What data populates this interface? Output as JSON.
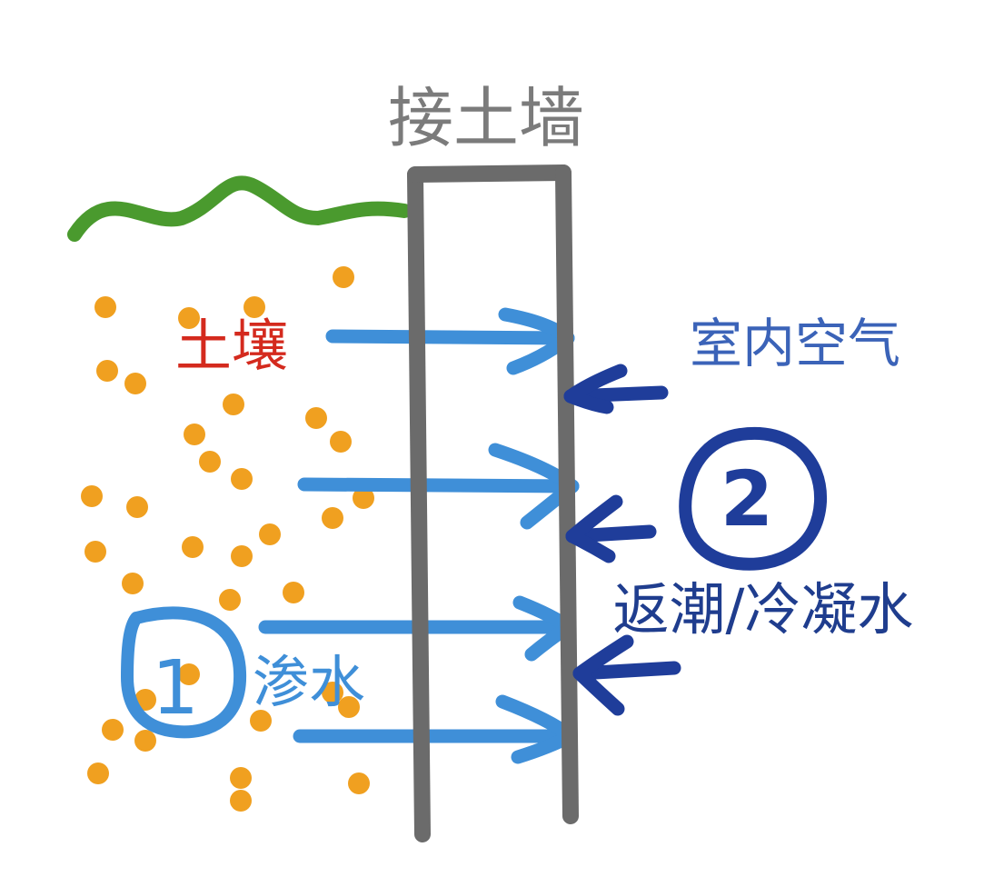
{
  "labels": {
    "wall_title": "接土墙",
    "soil": "土壤",
    "indoor_air": "室内空气",
    "seepage_number": "1",
    "seepage": "渗水",
    "condensation_number": "2",
    "condensation": "返潮/冷凝水"
  },
  "colors": {
    "wall": "#6b6b6b",
    "ground_line": "#4a9a2e",
    "soil_particles": "#f0a020",
    "soil_label": "#d42a1e",
    "seepage_arrows": "#3f8fd8",
    "condensation_arrows": "#1f3d9a",
    "indoor_label": "#3b63b8",
    "wall_title": "#7b7b7b",
    "condensation_label": "#1f3d8e"
  }
}
